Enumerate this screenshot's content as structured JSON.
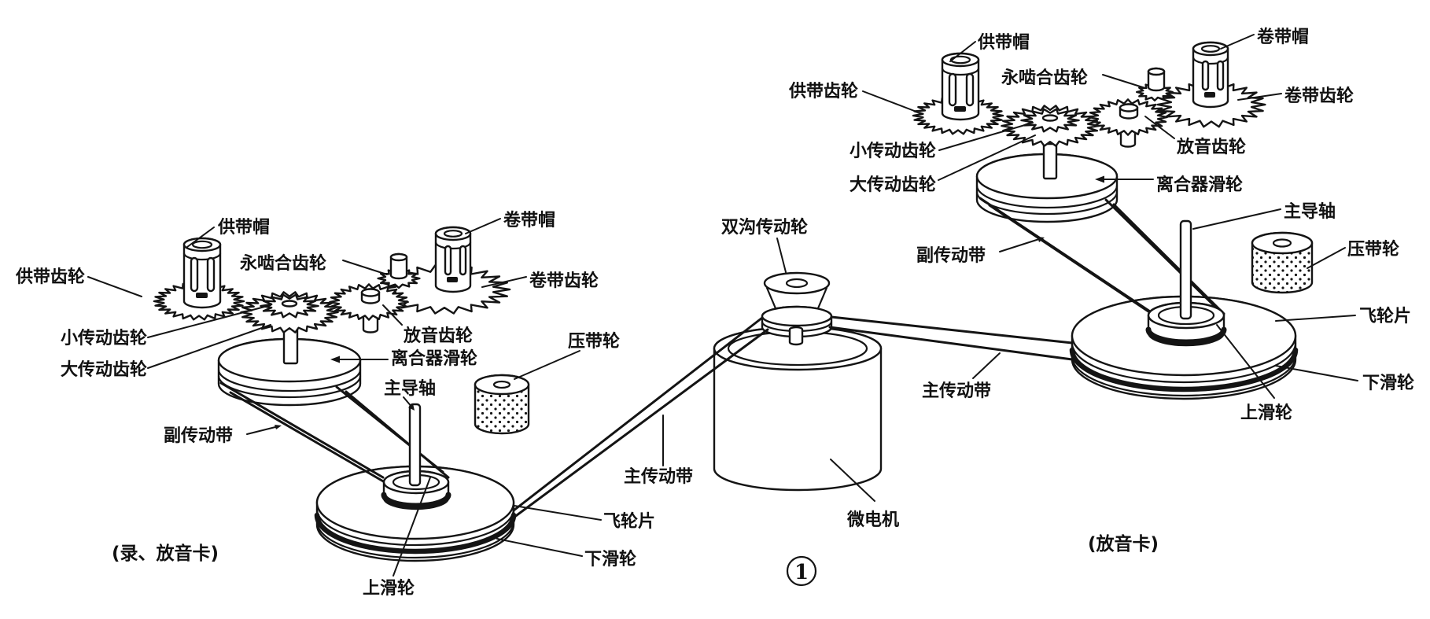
{
  "figure": {
    "figure_number": "1",
    "colors": {
      "ink": "#141414",
      "paper": "#ffffff"
    }
  },
  "center": {
    "labels": {
      "double_groove_drive_wheel": "双沟传动轮",
      "micro_motor": "微电机",
      "main_drive_belt": "主传动带"
    }
  },
  "left_deck": {
    "caption": "(录、放音卡)",
    "labels": {
      "supply_cap": "供带帽",
      "supply_gear": "供带齿轮",
      "permanent_mesh_gear": "永啮合齿轮",
      "small_drive_gear": "小传动齿轮",
      "large_drive_gear": "大传动齿轮",
      "takeup_cap": "卷带帽",
      "takeup_gear": "卷带齿轮",
      "playback_gear": "放音齿轮",
      "clutch_pulley": "离合器滑轮",
      "capstan": "主导轴",
      "pinch_roller": "压带轮",
      "sub_drive_belt": "副传动带",
      "main_drive_belt": "主传动带",
      "flywheel_plate": "飞轮片",
      "lower_pulley": "下滑轮",
      "upper_pulley": "上滑轮"
    }
  },
  "right_deck": {
    "caption": "(放音卡)",
    "labels": {
      "supply_cap": "供带帽",
      "supply_gear": "供带齿轮",
      "permanent_mesh_gear": "永啮合齿轮",
      "small_drive_gear": "小传动齿轮",
      "large_drive_gear": "大传动齿轮",
      "takeup_cap": "卷带帽",
      "takeup_gear": "卷带齿轮",
      "playback_gear": "放音齿轮",
      "clutch_pulley": "离合器滑轮",
      "capstan": "主导轴",
      "pinch_roller": "压带轮",
      "sub_drive_belt": "副传动带",
      "main_drive_belt": "主传动带",
      "flywheel_plate": "飞轮片",
      "lower_pulley": "下滑轮",
      "upper_pulley": "上滑轮"
    }
  }
}
